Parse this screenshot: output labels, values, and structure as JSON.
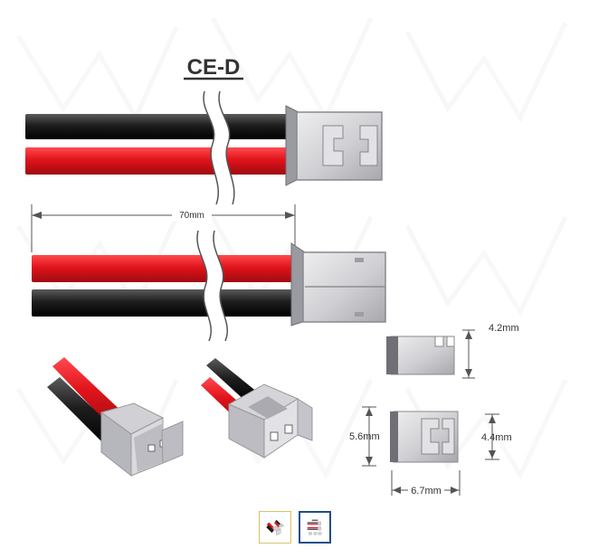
{
  "diagram": {
    "title": "CE-D",
    "length_label": "70mm",
    "dimensions": {
      "side_height": "4.2mm",
      "front_height_left": "5.6mm",
      "front_height_right": "4.4mm",
      "front_width": "6.7mm"
    }
  },
  "colors": {
    "wire_red": "#e1141b",
    "wire_black": "#1e1e1e",
    "connector_gray": "#cfcfd3",
    "connector_dark": "#8d8d94",
    "dimension_line": "#555555"
  },
  "gallery": {
    "thumbnails": [
      {
        "icon": "connector-photo-thumbnail-icon",
        "active": false
      },
      {
        "icon": "connector-drawing-thumbnail-icon",
        "active": true
      }
    ]
  }
}
